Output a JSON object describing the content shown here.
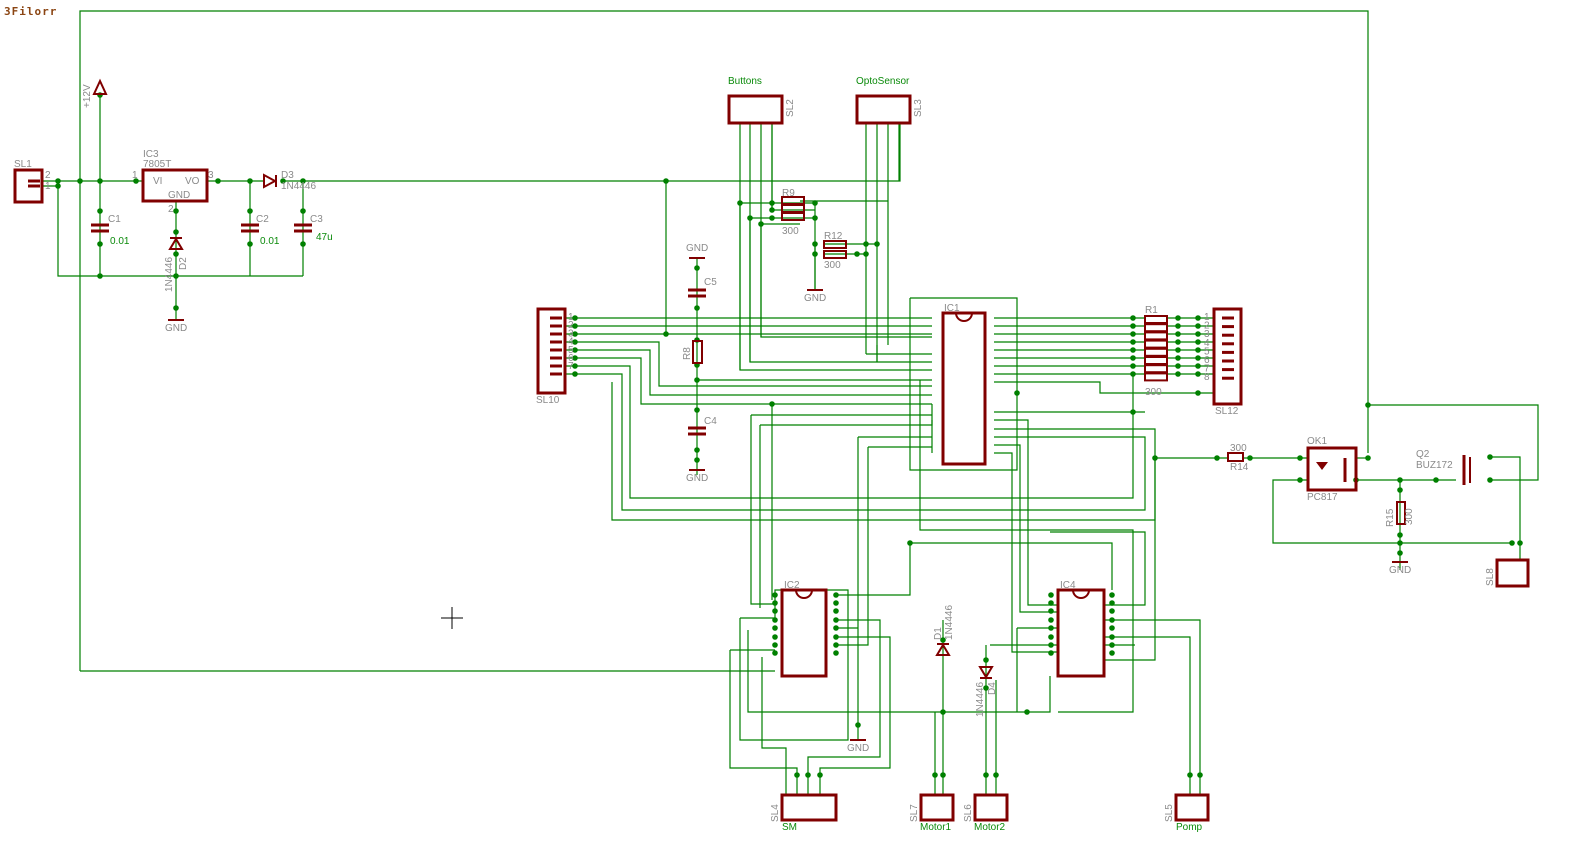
{
  "logo": "3Filorr",
  "colors": {
    "wire": "#008000",
    "part": "#800000",
    "label": "#8a8a8a",
    "value": "#0a8a0a"
  },
  "parts": {
    "SL1": {
      "name": "SL1",
      "pins": [
        "2",
        "1"
      ]
    },
    "supply": {
      "name": "+12V"
    },
    "IC3": {
      "name": "IC3",
      "value": "7805T",
      "vi": "VI",
      "vo": "VO",
      "gnd": "GND",
      "p1": "1",
      "p2": "2",
      "p3": "3"
    },
    "C1": {
      "name": "C1",
      "value": "0.01"
    },
    "C2": {
      "name": "C2",
      "value": "0.01"
    },
    "C3": {
      "name": "C3",
      "value": "47u"
    },
    "D2": {
      "name": "D2",
      "value": "1N4446"
    },
    "D3": {
      "name": "D3",
      "value": "1N4446"
    },
    "gnd": "GND",
    "SL2": {
      "name": "SL2",
      "value": "Buttons"
    },
    "SL3": {
      "name": "SL3",
      "value": "OptoSensor"
    },
    "R9": {
      "name": "R9",
      "value": "300"
    },
    "R12": {
      "name": "R12",
      "value": "300"
    },
    "C5": {
      "name": "C5"
    },
    "R8": {
      "name": "R8"
    },
    "C4": {
      "name": "C4"
    },
    "SL10": {
      "name": "SL10",
      "pins": [
        "1",
        "2",
        "3",
        "4",
        "5",
        "6",
        "7"
      ]
    },
    "IC1": {
      "name": "IC1"
    },
    "R1": {
      "name": "R1",
      "value": "300"
    },
    "SL12": {
      "name": "SL12",
      "pins": [
        "1",
        "2",
        "3",
        "4",
        "5",
        "6",
        "7",
        "8"
      ]
    },
    "R14": {
      "name": "R14",
      "value": "300"
    },
    "OK1": {
      "name": "OK1",
      "value": "PC817"
    },
    "Q2": {
      "name": "Q2",
      "value": "BUZ172"
    },
    "R15": {
      "name": "R15",
      "value": "300"
    },
    "SL8": {
      "name": "SL8"
    },
    "IC2": {
      "name": "IC2"
    },
    "IC4": {
      "name": "IC4"
    },
    "D1": {
      "name": "D1",
      "value": "1N4446"
    },
    "D4": {
      "name": "D4",
      "value": "1N4446"
    },
    "SL4": {
      "name": "SL4",
      "value": "SM"
    },
    "SL7": {
      "name": "SL7",
      "value": "Motor1"
    },
    "SL6": {
      "name": "SL6",
      "value": "Motor2"
    },
    "SL5": {
      "name": "SL5",
      "value": "Pomp"
    }
  }
}
